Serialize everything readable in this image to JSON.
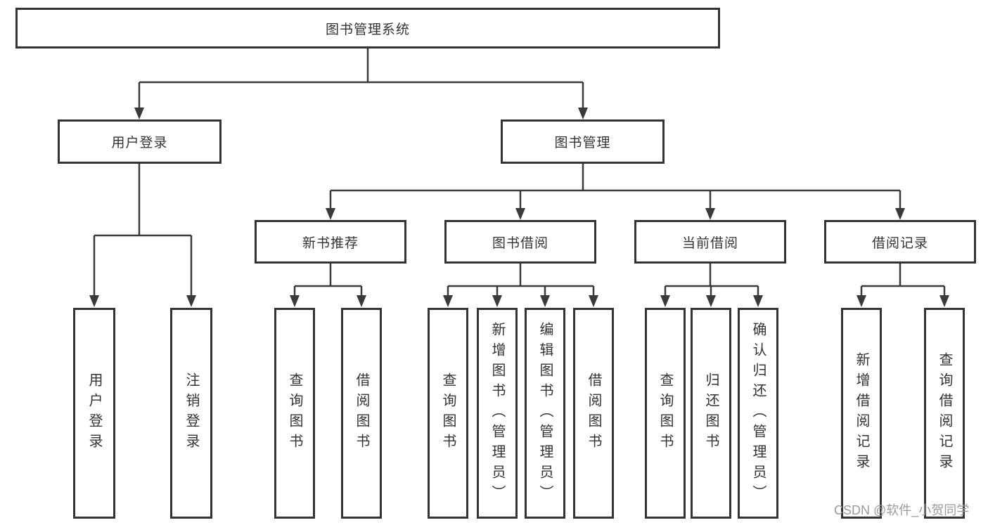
{
  "tree": {
    "root": {
      "label": "图书管理系统",
      "children": [
        {
          "label": "用户登录",
          "children": [
            {
              "label": "用户登录"
            },
            {
              "label": "注销登录"
            }
          ]
        },
        {
          "label": "图书管理",
          "children": [
            {
              "label": "新书推荐",
              "children": [
                {
                  "label": "查询图书"
                },
                {
                  "label": "借阅图书"
                }
              ]
            },
            {
              "label": "图书借阅",
              "children": [
                {
                  "label": "查询图书"
                },
                {
                  "label": "新增图书（管理员）"
                },
                {
                  "label": "编辑图书（管理员）"
                },
                {
                  "label": "借阅图书"
                }
              ]
            },
            {
              "label": "当前借阅",
              "children": [
                {
                  "label": "查询图书"
                },
                {
                  "label": "归还图书"
                },
                {
                  "label": "确认归还（管理员）"
                }
              ]
            },
            {
              "label": "借阅记录",
              "children": [
                {
                  "label": "新增借阅记录"
                },
                {
                  "label": "查询借阅记录"
                }
              ]
            }
          ]
        }
      ]
    }
  },
  "watermark": {
    "text": "CSDN @软件_小贺同学"
  },
  "colors": {
    "line": "#3a3a3a",
    "box_border": "#333333",
    "box_fill": "#ffffff",
    "text": "#333333",
    "watermark": "#9b9b9b",
    "background": "#ffffff"
  }
}
